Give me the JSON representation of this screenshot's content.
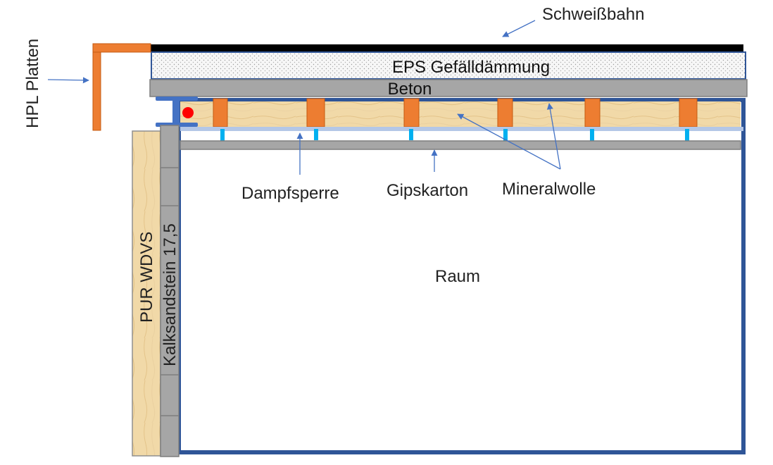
{
  "labels": {
    "schweissbahn": "Schweißbahn",
    "eps": "EPS Gefälldämmung",
    "beton": "Beton",
    "hpl": "HPL Platten",
    "dampfsperre": "Dampfsperre",
    "gipskarton": "Gipskarton",
    "mineralwolle": "Mineralwolle",
    "raum": "Raum",
    "pur_wdvs": "PUR WDVS",
    "kalksandstein": "Kalksandstein 17,5"
  },
  "colors": {
    "membrane": "#000000",
    "eps_fill": "#f5f5f5",
    "eps_border": "#2f5597",
    "concrete": "#a6a6a6",
    "wood": "#f1d9a8",
    "orange": "#ed7d31",
    "blue_frame": "#2f5597",
    "vapor_barrier": "#b4c7e7",
    "clip": "#00b0f0",
    "arrow": "#4472c4",
    "red_dot": "#ff0000"
  }
}
